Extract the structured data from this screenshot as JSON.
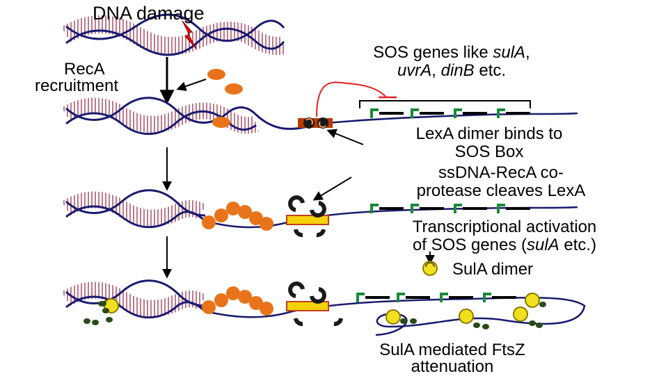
{
  "labels": {
    "dna_damage": "DNA damage",
    "reca_line1": "RecA",
    "reca_line2": "recruitment",
    "sos_genes_line1_pre": "SOS genes like ",
    "sos_genes_line1_em": "sulA",
    "sos_genes_line1_post": ",",
    "sos_genes_line2_em1": "uvrA",
    "sos_genes_line2_mid": ", ",
    "sos_genes_line2_em2": "dinB",
    "sos_genes_line2_post": " etc.",
    "lexa_line1": "LexA dimer binds to",
    "lexa_line2": "SOS Box",
    "coprotease_line1": "ssDNA-RecA co-",
    "coprotease_line2": "protease cleaves LexA",
    "activation_line1": "Transcriptional activation",
    "activation_line2_pre": "of SOS genes (",
    "activation_line2_em": "sulA",
    "activation_line2_post": " etc.)",
    "sula_dimer": "SulA dimer",
    "ftsz_line1": "SulA mediated FtsZ",
    "ftsz_line2": "attenuation"
  },
  "colors": {
    "dna_strand": "#1a1a6e",
    "dna_rungs": "#8b1a3a",
    "reca": "#e8731a",
    "lexa": "#b83a00",
    "repression_arrow": "#e02020",
    "promoter": "#1a8a3a",
    "sula": "#f0e020",
    "ftsz": "#2a4a1a",
    "operator_box": "#f5d20a",
    "damage_bolt": "#e01010"
  }
}
